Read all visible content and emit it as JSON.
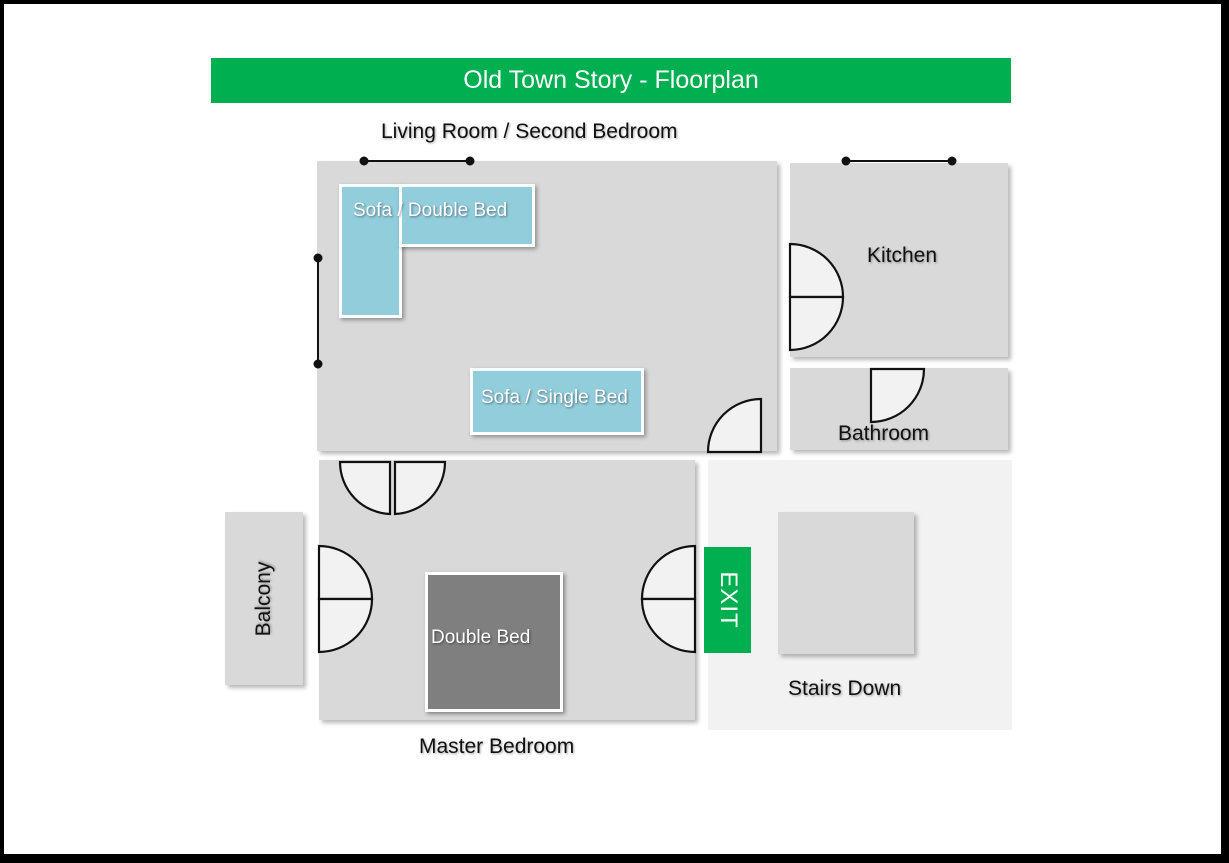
{
  "title": "Old Town Story - Floorplan",
  "rooms": {
    "living_room": "Living Room / Second Bedroom",
    "kitchen": "Kitchen",
    "bathroom": "Bathroom",
    "master_bedroom": "Master Bedroom",
    "balcony": "Balcony",
    "stairs": "Stairs Down"
  },
  "furniture": {
    "sofa_double_bed": "Sofa / Double Bed",
    "sofa_single_bed": "Sofa / Single Bed",
    "double_bed": "Double Bed"
  },
  "exit_label": "EXIT",
  "colors": {
    "title_bar": "#00b050",
    "room_fill": "#d9d9d9",
    "stair_area": "#f2f2f2",
    "sofa_fill": "#92cddc",
    "bed_fill": "#7f7f7f",
    "exit_fill": "#00b050"
  }
}
